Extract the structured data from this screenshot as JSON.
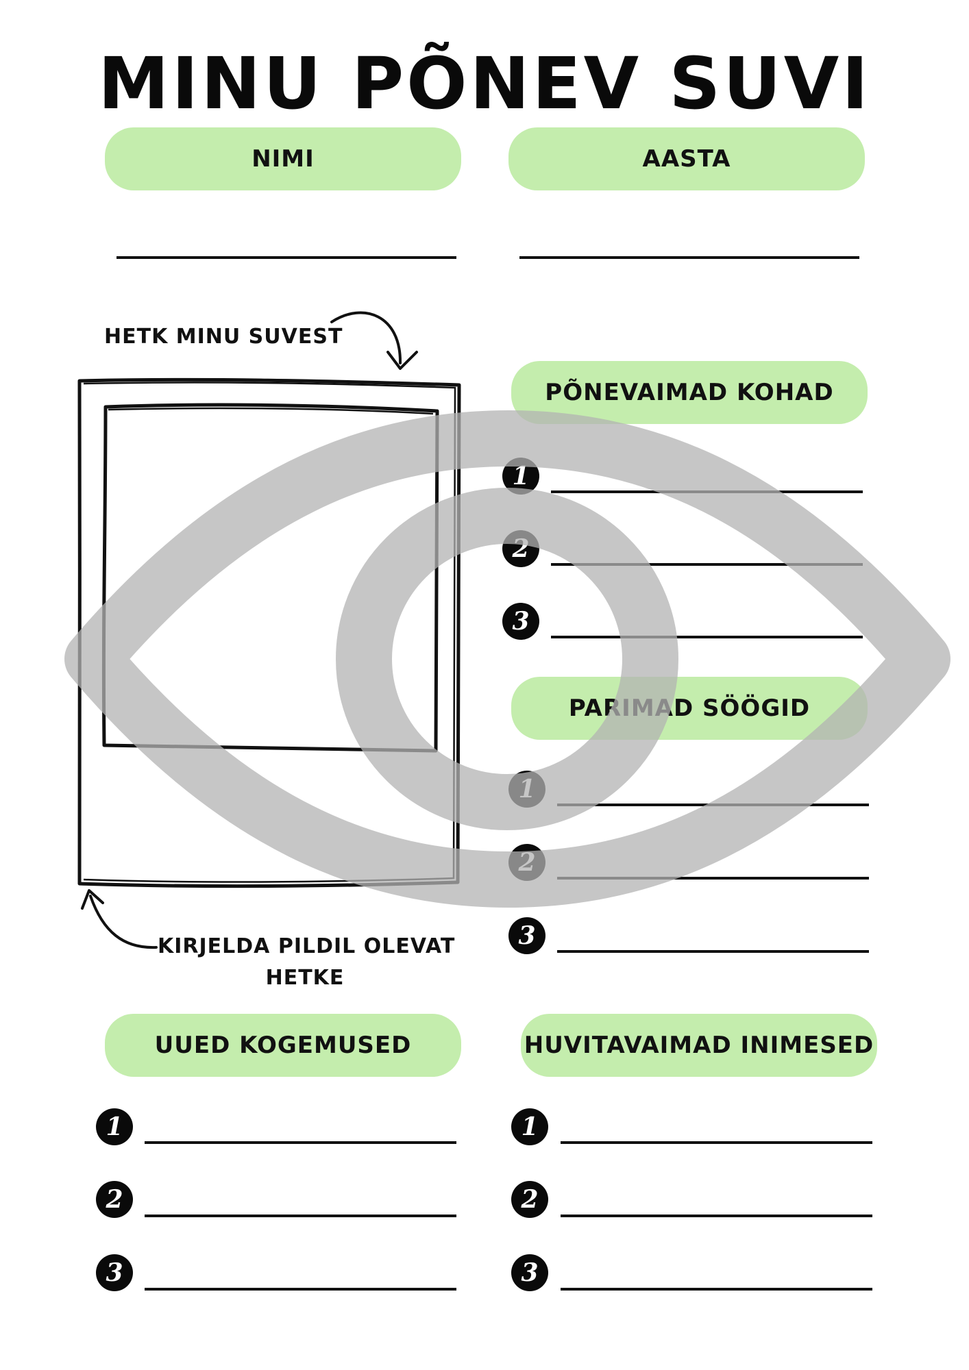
{
  "title": "MINU PÕNEV SUVI",
  "fields": {
    "name_label": "NIMI",
    "year_label": "AASTA"
  },
  "photo": {
    "caption_top": "HETK MINU SUVEST",
    "caption_bottom_line1": "KIRJELDA PILDIL OLEVAT",
    "caption_bottom_line2": "HETKE"
  },
  "sections": {
    "places": {
      "label": "PÕNEVAIMAD KOHAD",
      "numbers": [
        "1",
        "2",
        "3"
      ]
    },
    "foods": {
      "label": "PARIMAD SÖÖGID",
      "numbers": [
        "1",
        "2",
        "3"
      ]
    },
    "experiences": {
      "label": "UUED KOGEMUSED",
      "numbers": [
        "1",
        "2",
        "3"
      ]
    },
    "people": {
      "label": "HUVITAVAIMAD INIMESED",
      "numbers": [
        "1",
        "2",
        "3"
      ]
    }
  },
  "colors": {
    "pill": "#c4edad",
    "ink": "#111111",
    "watermark": "#b3b3b3"
  },
  "watermark_icon": "eye-icon"
}
